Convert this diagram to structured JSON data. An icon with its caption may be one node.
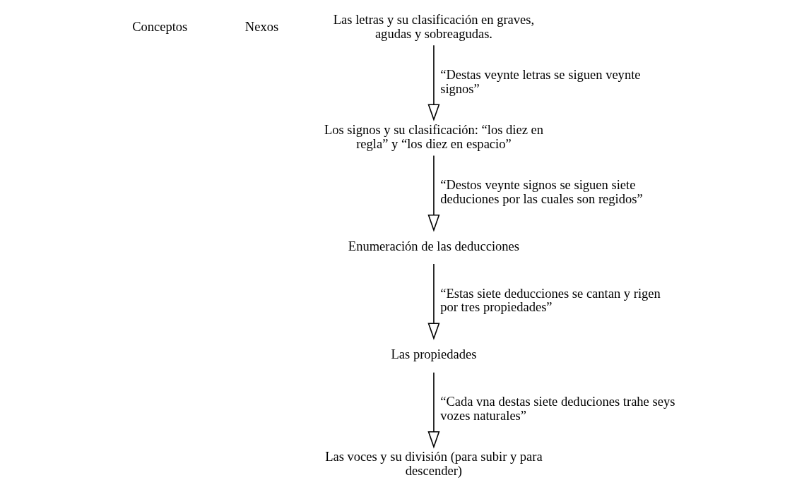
{
  "diagram": {
    "nodes": [
      {
        "text": [
          "Las letras y su clasificación en graves, agudas y sobreagudas."
        ]
      },
      {
        "text": [
          "Los signos y su clasificación: “los diez en regla” y “los diez en espacio”"
        ]
      },
      {
        "text": [
          "Enumeración de las deducciones"
        ]
      },
      {
        "text": [
          "Las propiedades"
        ]
      },
      {
        "text": [
          "Las voces y su división (para subir y para descender)"
        ]
      }
    ],
    "edges": [
      {
        "from": 0,
        "to": 1,
        "arrow": "to",
        "label": "“Destas veynte letras se siguen veynte signos”"
      },
      {
        "from": 1,
        "to": 2,
        "arrow": "to",
        "label": "“Destos veynte signos se siguen siete deduciones por las cuales son regidos”"
      },
      {
        "from": 2,
        "to": 3,
        "arrow": "to",
        "label": "“Estas siete deducciones se cantan y rigen por tres propiedades”"
      },
      {
        "from": 3,
        "to": 4,
        "arrow": "to",
        "label": "“Cada vna destas siete deduciones trahe seys vozes naturales”"
      }
    ],
    "labels": [
      "Conceptos",
      "Nexos"
    ]
  }
}
